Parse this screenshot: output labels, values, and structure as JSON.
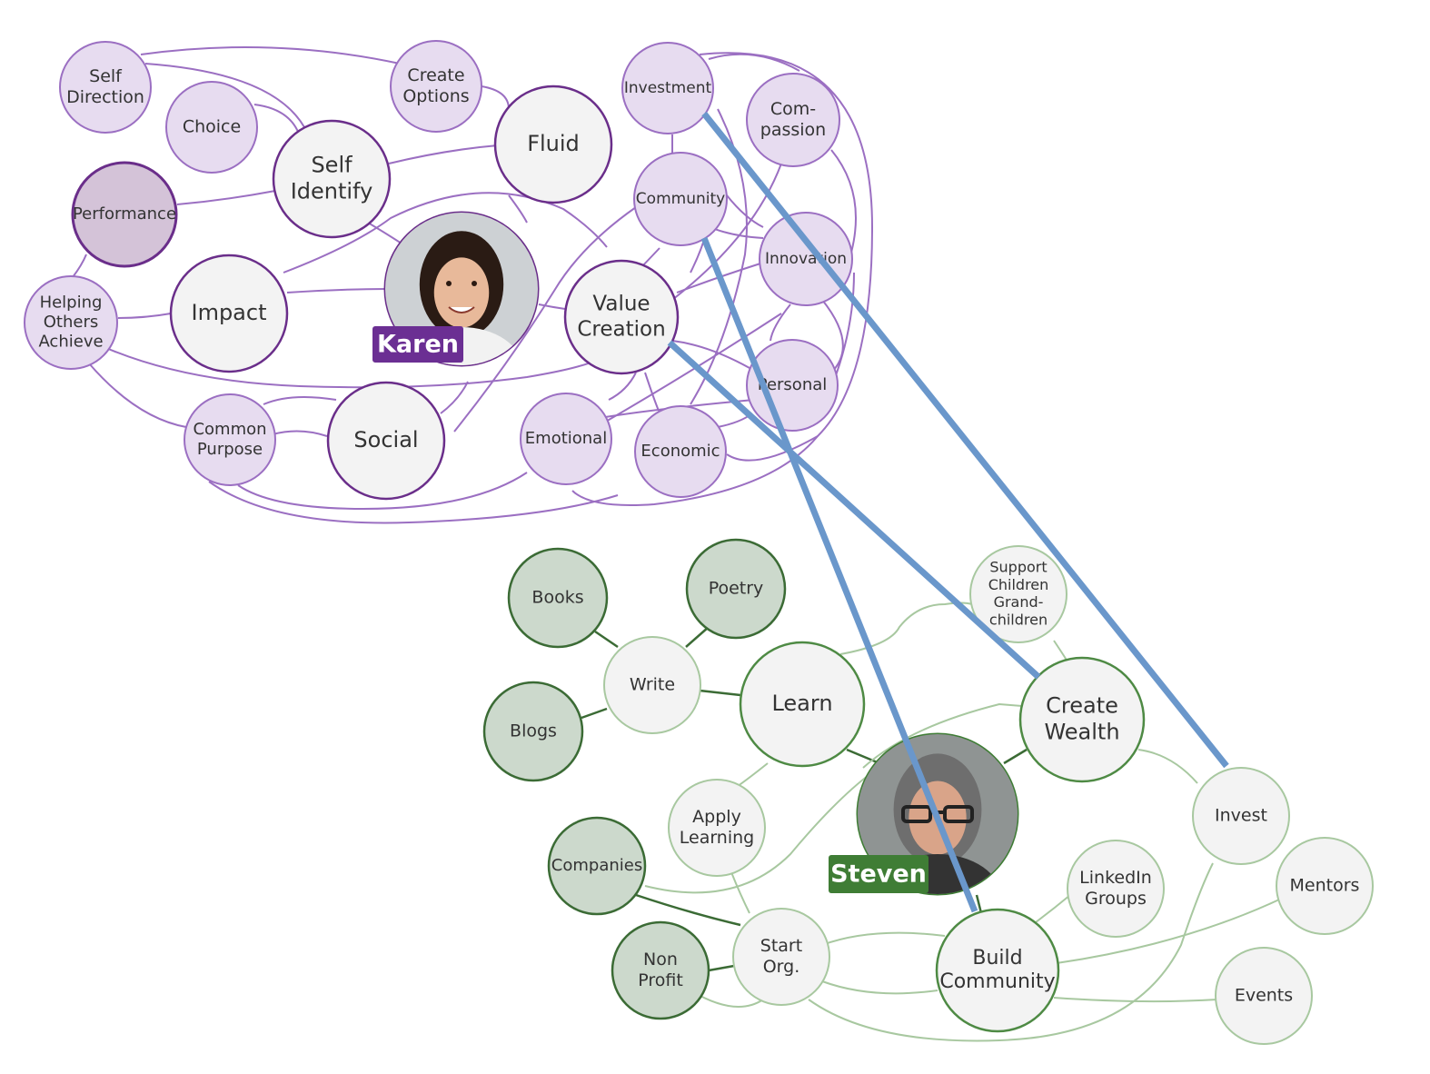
{
  "colors": {
    "purple_stroke": "#9b6fc2",
    "purple_dark_stroke": "#6a2e8a",
    "purple_fill": "#e7dcf0",
    "purple_dark_fill": "#d4c3d8",
    "purple_badge": "#6b2f93",
    "green_stroke": "#4e8a44",
    "green_light_stroke": "#a8c8a0",
    "green_dark_fill": "#ccd9cc",
    "node_white": "#f3f3f3",
    "link_blue": "#6a97cb"
  },
  "people": {
    "karen": {
      "name": "Karen",
      "badge_color": "#6b2f93"
    },
    "steven": {
      "name": "Steven",
      "badge_color": "#3f7d35"
    }
  },
  "karen_map": {
    "nodes": [
      {
        "id": "self_direction",
        "lines": [
          "Self",
          "Direction"
        ]
      },
      {
        "id": "create_options",
        "lines": [
          "Create",
          "Options"
        ]
      },
      {
        "id": "choice",
        "lines": [
          "Choice"
        ]
      },
      {
        "id": "self_identify",
        "lines": [
          "Self",
          "Identify"
        ]
      },
      {
        "id": "fluid",
        "lines": [
          "Fluid"
        ]
      },
      {
        "id": "performance",
        "lines": [
          "Performance"
        ]
      },
      {
        "id": "helping_others",
        "lines": [
          "Helping",
          "Others",
          "Achieve"
        ]
      },
      {
        "id": "impact",
        "lines": [
          "Impact"
        ]
      },
      {
        "id": "value_creation",
        "lines": [
          "Value",
          "Creation"
        ]
      },
      {
        "id": "investment",
        "lines": [
          "Investment"
        ]
      },
      {
        "id": "compassion",
        "lines": [
          "Com-",
          "passion"
        ]
      },
      {
        "id": "community",
        "lines": [
          "Community"
        ]
      },
      {
        "id": "innovation",
        "lines": [
          "Innovation"
        ]
      },
      {
        "id": "personal",
        "lines": [
          "Personal"
        ]
      },
      {
        "id": "common_purpose",
        "lines": [
          "Common",
          "Purpose"
        ]
      },
      {
        "id": "social",
        "lines": [
          "Social"
        ]
      },
      {
        "id": "emotional",
        "lines": [
          "Emotional"
        ]
      },
      {
        "id": "economic",
        "lines": [
          "Economic"
        ]
      }
    ]
  },
  "steven_map": {
    "nodes": [
      {
        "id": "books",
        "lines": [
          "Books"
        ]
      },
      {
        "id": "poetry",
        "lines": [
          "Poetry"
        ]
      },
      {
        "id": "blogs",
        "lines": [
          "Blogs"
        ]
      },
      {
        "id": "write",
        "lines": [
          "Write"
        ]
      },
      {
        "id": "learn",
        "lines": [
          "Learn"
        ]
      },
      {
        "id": "support_children",
        "lines": [
          "Support",
          "Children",
          "Grand-",
          "children"
        ]
      },
      {
        "id": "create_wealth",
        "lines": [
          "Create",
          "Wealth"
        ]
      },
      {
        "id": "apply_learning",
        "lines": [
          "Apply",
          "Learning"
        ]
      },
      {
        "id": "companies",
        "lines": [
          "Companies"
        ]
      },
      {
        "id": "invest",
        "lines": [
          "Invest"
        ]
      },
      {
        "id": "mentors",
        "lines": [
          "Mentors"
        ]
      },
      {
        "id": "linkedin_groups",
        "lines": [
          "LinkedIn",
          "Groups"
        ]
      },
      {
        "id": "non_profit",
        "lines": [
          "Non",
          "Profit"
        ]
      },
      {
        "id": "start_org",
        "lines": [
          "Start",
          "Org."
        ]
      },
      {
        "id": "build_community",
        "lines": [
          "Build",
          "Community"
        ]
      },
      {
        "id": "events",
        "lines": [
          "Events"
        ]
      }
    ]
  },
  "cross_links": [
    {
      "from": "investment",
      "to": "invest"
    },
    {
      "from": "community",
      "to": "build_community"
    },
    {
      "from": "value_creation",
      "to": "create_wealth"
    }
  ]
}
